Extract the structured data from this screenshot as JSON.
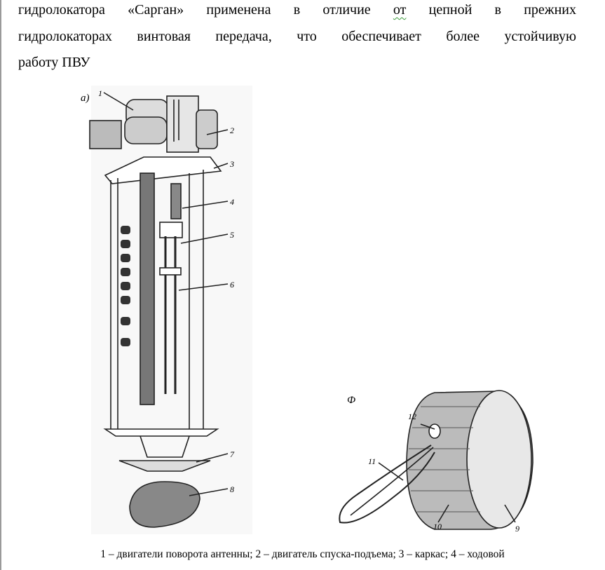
{
  "paragraph": {
    "lines": [
      [
        "гидролокатора «Сарган» применена в отличие ",
        "от",
        " цепной в прежних"
      ],
      "гидролокаторах винтовая передача, что обеспечивает более устойчивую",
      "работу ПВУ"
    ]
  },
  "figure_a": {
    "label": "а)",
    "callouts": [
      "1",
      "2",
      "3",
      "4",
      "5",
      "6",
      "7",
      "8"
    ]
  },
  "figure_b": {
    "label": "Ф",
    "callouts": [
      "9",
      "10",
      "11",
      "12"
    ]
  },
  "caption": "1 – двигатели поворота антенны; 2 – двигатель спуска-подъема; 3 – каркас; 4 – ходовой"
}
